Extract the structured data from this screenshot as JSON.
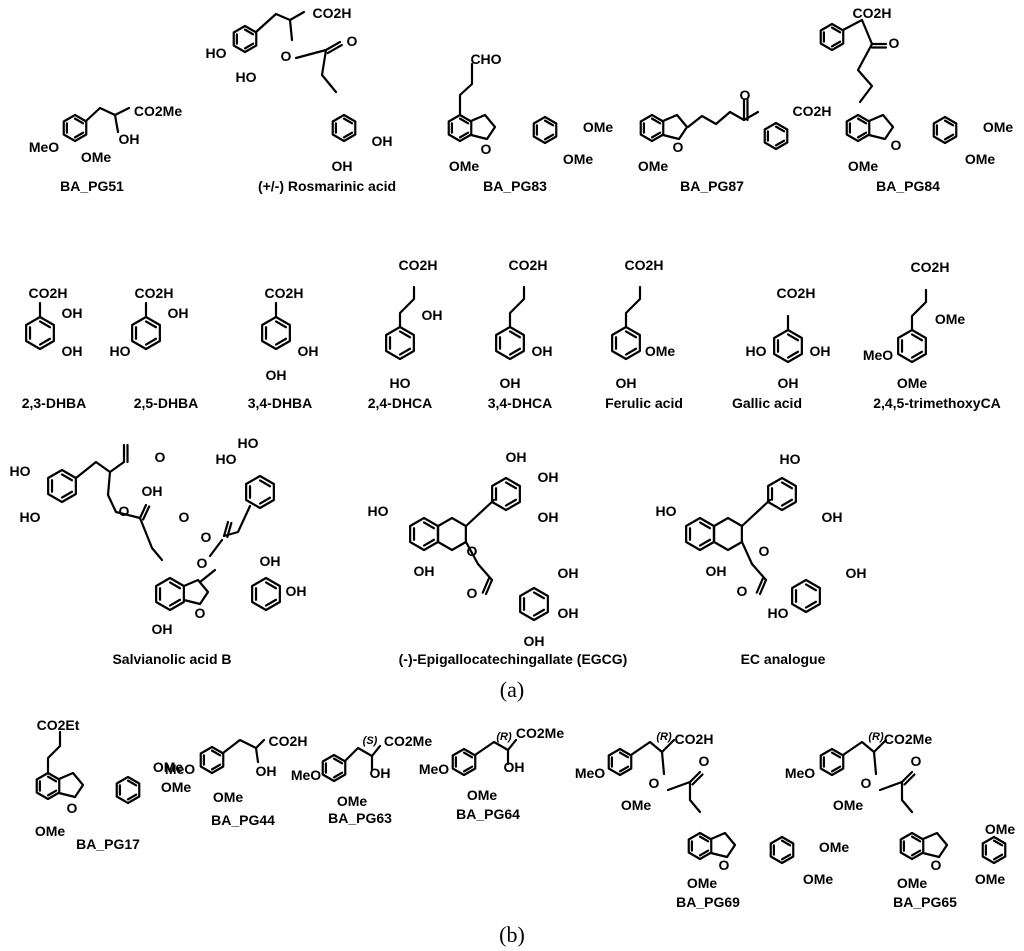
{
  "panel_a": {
    "label": "(a)",
    "compounds": [
      {
        "name": "BA_PG51",
        "atoms": {
          "sub1": "CO2Me",
          "sub2": "OH",
          "sub3": "MeO",
          "sub4": "OMe"
        }
      },
      {
        "name": "(+/-) Rosmarinic acid",
        "atoms": {
          "sub1": "CO2H",
          "sub2": "O",
          "sub3": "O",
          "sub4": "HO",
          "sub5": "HO",
          "sub6": "OH",
          "sub7": "OH"
        }
      },
      {
        "name": "BA_PG83",
        "atoms": {
          "sub1": "CHO",
          "sub2": "O",
          "sub3": "OMe",
          "sub4": "OMe",
          "sub5": "OMe"
        }
      },
      {
        "name": "BA_PG87",
        "atoms": {
          "sub1": "O",
          "sub2": "O",
          "sub3": "CO2H",
          "sub4": "OMe"
        }
      },
      {
        "name": "BA_PG84",
        "atoms": {
          "sub1": "CO2H",
          "sub2": "O",
          "sub3": "O",
          "sub4": "OMe",
          "sub5": "OMe",
          "sub6": "OMe"
        }
      },
      {
        "name": "2,3-DHBA",
        "atoms": {
          "sub1": "CO2H",
          "sub2": "OH",
          "sub3": "OH"
        }
      },
      {
        "name": "2,5-DHBA",
        "atoms": {
          "sub1": "CO2H",
          "sub2": "OH",
          "sub3": "HO"
        }
      },
      {
        "name": "3,4-DHBA",
        "atoms": {
          "sub1": "CO2H",
          "sub2": "OH",
          "sub3": "OH"
        }
      },
      {
        "name": "2,4-DHCA",
        "atoms": {
          "sub1": "CO2H",
          "sub2": "OH",
          "sub3": "HO"
        }
      },
      {
        "name": "3,4-DHCA",
        "atoms": {
          "sub1": "CO2H",
          "sub2": "OH",
          "sub3": "OH"
        }
      },
      {
        "name": "Ferulic acid",
        "atoms": {
          "sub1": "CO2H",
          "sub2": "OMe",
          "sub3": "OH"
        }
      },
      {
        "name": "Gallic acid",
        "atoms": {
          "sub1": "CO2H",
          "sub2": "HO",
          "sub3": "OH",
          "sub4": "OH"
        }
      },
      {
        "name": "2,4,5-trimethoxyCA",
        "atoms": {
          "sub1": "CO2H",
          "sub2": "OMe",
          "sub3": "MeO",
          "sub4": "OMe"
        }
      },
      {
        "name": "Salvianolic acid B",
        "atoms": {
          "sub1": "HO",
          "sub2": "HO",
          "sub3": "O",
          "sub4": "OH",
          "sub5": "O",
          "sub6": "O",
          "sub7": "HO",
          "sub8": "HO",
          "sub9": "O",
          "sub10": "O",
          "sub11": "O",
          "sub12": "OH",
          "sub13": "OH",
          "sub14": "OH"
        }
      },
      {
        "name": "(-)-Epigallocatechingallate (EGCG)",
        "atoms": {
          "sub1": "OH",
          "sub2": "OH",
          "sub3": "OH",
          "sub4": "HO",
          "sub5": "OH",
          "sub6": "O",
          "sub7": "O",
          "sub8": "OH",
          "sub9": "OH",
          "sub10": "OH"
        }
      },
      {
        "name": "EC analogue",
        "atoms": {
          "sub1": "HO",
          "sub2": "HO",
          "sub3": "OH",
          "sub4": "OH",
          "sub5": "O",
          "sub6": "O",
          "sub7": "OH",
          "sub8": "HO"
        }
      }
    ]
  },
  "panel_b": {
    "label": "(b)",
    "compounds": [
      {
        "name": "BA_PG17",
        "atoms": {
          "sub1": "CO2Et",
          "sub2": "O",
          "sub3": "OMe",
          "sub4": "OMe",
          "sub5": "OMe"
        }
      },
      {
        "name": "BA_PG44",
        "atoms": {
          "sub1": "CO2H",
          "sub2": "OH",
          "sub3": "MeO",
          "sub4": "OMe"
        }
      },
      {
        "name": "BA_PG63",
        "atoms": {
          "stereo": "(S)",
          "sub1": "CO2Me",
          "sub2": "OH",
          "sub3": "MeO",
          "sub4": "OMe"
        }
      },
      {
        "name": "BA_PG64",
        "atoms": {
          "stereo": "(R)",
          "sub1": "CO2Me",
          "sub2": "OH",
          "sub3": "MeO",
          "sub4": "OMe"
        }
      },
      {
        "name": "BA_PG69",
        "atoms": {
          "stereo": "(R)",
          "sub1": "CO2H",
          "sub2": "O",
          "sub3": "O",
          "sub4": "MeO",
          "sub5": "OMe",
          "sub6": "O",
          "sub7": "OMe",
          "sub8": "OMe",
          "sub9": "OMe"
        }
      },
      {
        "name": "BA_PG65",
        "atoms": {
          "stereo": "(R)",
          "sub1": "CO2Me",
          "sub2": "O",
          "sub3": "O",
          "sub4": "MeO",
          "sub5": "OMe",
          "sub6": "O",
          "sub7": "OMe",
          "sub8": "OMe",
          "sub9": "OMe"
        }
      }
    ]
  }
}
